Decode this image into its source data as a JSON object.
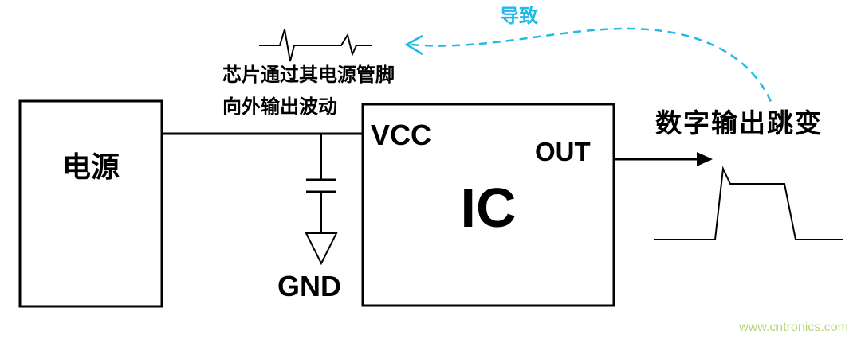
{
  "diagram": {
    "power_label": "电源",
    "ic_label": "IC",
    "vcc_pin_label": "VCC",
    "out_pin_label": "OUT",
    "gnd_label": "GND",
    "annotation_line1": "芯片通过其电源管脚",
    "annotation_line2": "向外输出波动",
    "cause_label": "导致",
    "output_jump_label": "数字输出跳变",
    "icons": [
      "noise-spike-waveform-icon",
      "capacitor-symbol-icon",
      "ground-symbol-icon",
      "output-arrow-icon",
      "pulse-waveform-icon",
      "dashed-cause-arrow-icon"
    ],
    "colors": {
      "line": "#000000",
      "cause_arrow": "#1fb9ea",
      "watermark": "#b9d67d"
    }
  },
  "watermark": "www.cntronics.com"
}
